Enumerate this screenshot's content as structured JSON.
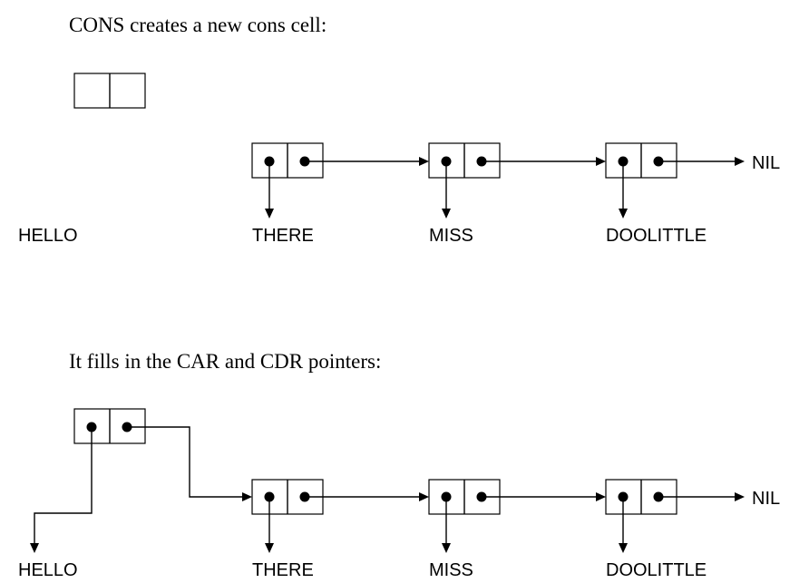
{
  "panel1": {
    "caption": "CONS creates a new cons cell:",
    "labels": {
      "hello": "HELLO",
      "there": "THERE",
      "miss": "MISS",
      "doolittle": "DOOLITTLE",
      "nil": "NIL"
    }
  },
  "panel2": {
    "caption": "It fills in the CAR and CDR pointers:",
    "labels": {
      "hello": "HELLO",
      "there": "THERE",
      "miss": "MISS",
      "doolittle": "DOOLITTLE",
      "nil": "NIL"
    }
  }
}
